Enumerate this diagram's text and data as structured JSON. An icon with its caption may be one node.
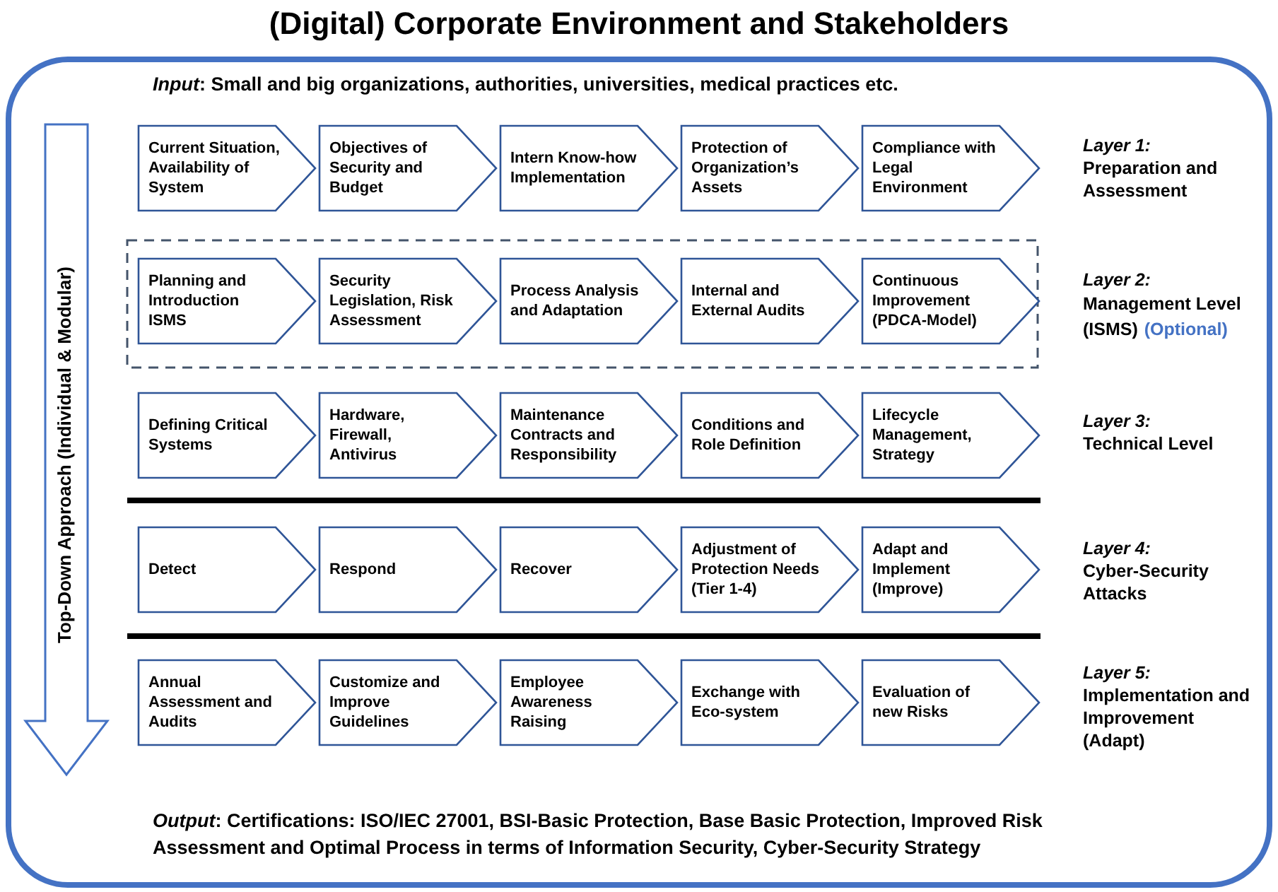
{
  "diagram": {
    "title": "(Digital) Corporate Environment and Stakeholders",
    "nodes": [
      {
        "text": [
          "Current Situation, Availability of System"
        ]
      },
      {
        "text": [
          "Objectives of Security and Budget"
        ]
      },
      {
        "text": [
          "Intern Know-how Implementation"
        ]
      },
      {
        "text": [
          "Protection of Organization’s Assets"
        ]
      },
      {
        "text": [
          "Compliance with Legal Environment"
        ]
      },
      {
        "text": [
          "Planning and Introduction ISMS"
        ]
      },
      {
        "text": [
          "Security Legislation, Risk Assessment"
        ]
      },
      {
        "text": [
          "Process Analysis and Adaptation"
        ]
      },
      {
        "text": [
          "Internal and External Audits"
        ]
      },
      {
        "text": [
          "Continuous Improvement (PDCA-Model)"
        ]
      },
      {
        "text": [
          "Defining Critical Systems"
        ]
      },
      {
        "text": [
          "Hardware, Firewall, Antivirus"
        ]
      },
      {
        "text": [
          "Maintenance Contracts and Responsibility"
        ]
      },
      {
        "text": [
          "Conditions and Role Definition"
        ]
      },
      {
        "text": [
          "Lifecycle Management, Strategy"
        ]
      },
      {
        "text": [
          "Detect"
        ]
      },
      {
        "text": [
          "Respond"
        ]
      },
      {
        "text": [
          "Recover"
        ]
      },
      {
        "text": [
          "Adjustment of Protection Needs (Tier 1-4)"
        ]
      },
      {
        "text": [
          "Adapt and Implement (Improve)"
        ]
      },
      {
        "text": [
          "Annual Assessment and Audits"
        ]
      },
      {
        "text": [
          "Customize and Improve Guidelines"
        ]
      },
      {
        "text": [
          "Employee Awareness Raising"
        ]
      },
      {
        "text": [
          "Exchange with Eco-system"
        ]
      },
      {
        "text": [
          "Evaluation of new Risks"
        ]
      }
    ],
    "labels": [
      "*Input*: Small and big organizations, authorities, universities, medical practices etc.",
      "Top-Down Approach (Individual & Modular)",
      "*Layer 1:* Preparation and Assessment",
      "*Layer 2:* Management Level (ISMS)",
      "(Optional)",
      "*Layer 3:* Technical Level",
      "*Layer 4:* Cyber-Security Attacks",
      "*Layer 5:* Implementation and Improvement (Adapt)",
      "*Output*: Certifications: ISO/IEC 27001, BSI-Basic Protection, Base Basic Protection, Improved Risk Assessment and Optimal Process in terms of Information Security, Cyber-Security Strategy"
    ]
  }
}
